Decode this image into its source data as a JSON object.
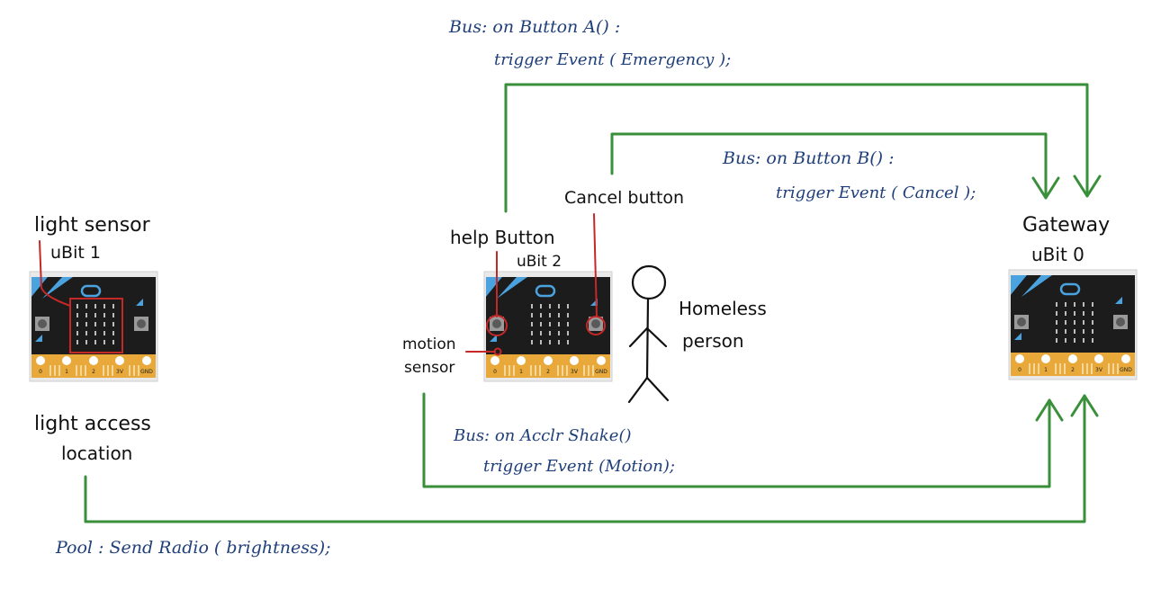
{
  "labels": {
    "light_sensor": "light sensor",
    "ubit1": "uBit 1",
    "light_access": "light access",
    "location": "location",
    "help_button": "help Button",
    "ubit2": "uBit 2",
    "cancel_button": "Cancel button",
    "motion": "motion",
    "sensor": "sensor",
    "homeless": "Homeless",
    "person": "person",
    "gateway": "Gateway",
    "ubit0": "uBit 0"
  },
  "code": {
    "bus_a": "Bus: on Button A() :",
    "trigger_emergency": "trigger Event ( Emergency );",
    "bus_b": "Bus: on Button B() :",
    "trigger_cancel": "trigger Event ( Cancel );",
    "bus_shake": "Bus: on Acclr Shake()",
    "trigger_motion": "trigger Event (Motion);",
    "pool": "Pool : Send Radio ( brightness);"
  },
  "pins": [
    "0",
    "1",
    "2",
    "3V",
    "GND"
  ],
  "colors": {
    "arrow": "#3a8f3a",
    "annotation": "#c62828",
    "code_text": "#1f3f7a",
    "board": "#1c1c1c",
    "board_accent": "#4aa3df",
    "pin_gold": "#e8a93a"
  }
}
